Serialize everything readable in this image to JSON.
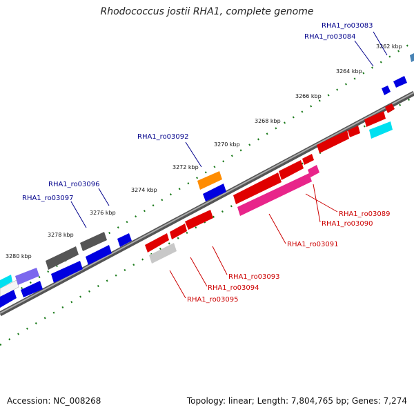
{
  "title": "Rhodococcus jostii RHA1, complete genome",
  "footer": {
    "accession": "Accession: NC_008268",
    "summary": "Topology: linear; Length: 7,804,765 bp; Genes: 7,274"
  },
  "ticks": [
    "3262 kbp",
    "3264 kbp",
    "3266 kbp",
    "3268 kbp",
    "3270 kbp",
    "3272 kbp",
    "3274 kbp",
    "3276 kbp",
    "3278 kbp",
    "3280 kbp"
  ],
  "gene_labels": {
    "top": [
      "RHA1_ro03083",
      "RHA1_ro03084",
      "RHA1_ro03092",
      "RHA1_ro03096",
      "RHA1_ro03097"
    ],
    "bottom": [
      "RHA1_ro03089",
      "RHA1_ro03090",
      "RHA1_ro03091",
      "RHA1_ro03093",
      "RHA1_ro03094",
      "RHA1_ro03095"
    ]
  },
  "colors": {
    "forward_label": "#00008b",
    "reverse_label": "#cc0000",
    "backbone": "#777777",
    "dots": "#1a7a1a"
  }
}
